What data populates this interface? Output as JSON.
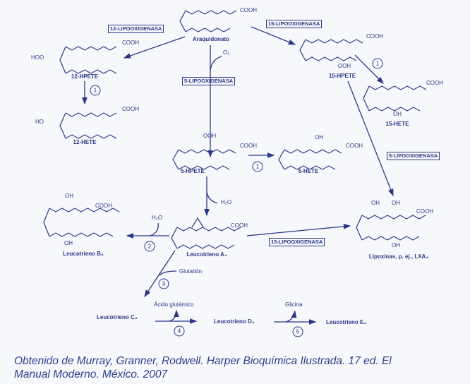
{
  "molecules": {
    "arachidonate": {
      "label": "Araquidonato",
      "cooh": "COOH"
    },
    "hpete12": {
      "label": "12-HPETE",
      "cooh": "COOH",
      "group": "HOO"
    },
    "hete12": {
      "label": "12-HETE",
      "cooh": "COOH",
      "group": "HO"
    },
    "hpete15": {
      "label": "15-HPETE",
      "cooh": "COOH",
      "group": "OOH"
    },
    "hete15": {
      "label": "15-HETE",
      "cooh": "COOH",
      "group": "OH"
    },
    "hpete5": {
      "label": "5-HPETE",
      "cooh": "COOH",
      "group": "OOH"
    },
    "hete5": {
      "label": "5-HETE",
      "cooh": "COOH",
      "group": "OH"
    },
    "ltb4": {
      "label": "Leucotrieno B₄",
      "cooh": "COOH",
      "group_top": "OH",
      "group_bottom": "OH"
    },
    "lta4": {
      "label": "Leucotrieno A₄",
      "cooh": "COOH"
    },
    "lipoxins": {
      "label": "Lipoxinas, p. ej., LXA₄",
      "cooh": "COOH",
      "oh1": "OH",
      "oh2": "OH",
      "oh3": "OH"
    },
    "ltc4": {
      "label": "Leucotrieno C₄"
    },
    "ltd4": {
      "label": "Leucotrieno D₄"
    },
    "lte4": {
      "label": "Leucotrieno E₄"
    }
  },
  "enzymes": {
    "lox12": "12-LIPOOXIGENASA",
    "lox15_top": "15-LIPOOXIGENASA",
    "lox5_center": "5-LIPOOXIGENASA",
    "lox5_right": "5-LIPOOXIGENASA",
    "lox15_bottom": "15-LIPOOXIGENASA"
  },
  "reagents": {
    "o2": "O₂",
    "h2o_out": "H₂O",
    "h2o_in": "H₂O",
    "glutathione": "Glutatión",
    "glutamic_acid": "Ácido glutámico",
    "glycine": "Glicina"
  },
  "steps": {
    "s1a": "1",
    "s1b": "1",
    "s1c": "1",
    "s2": "2",
    "s3": "3",
    "s4": "4",
    "s5": "5"
  },
  "caption": {
    "line1": "Obtenido de Murray, Granner, Rodwell. Harper Bioquímica Ilustrada. 17 ed. El",
    "line2": "Manual Moderno. México. 2007"
  },
  "colors": {
    "ink": "#2a3785",
    "background": "#f7f8fc"
  }
}
